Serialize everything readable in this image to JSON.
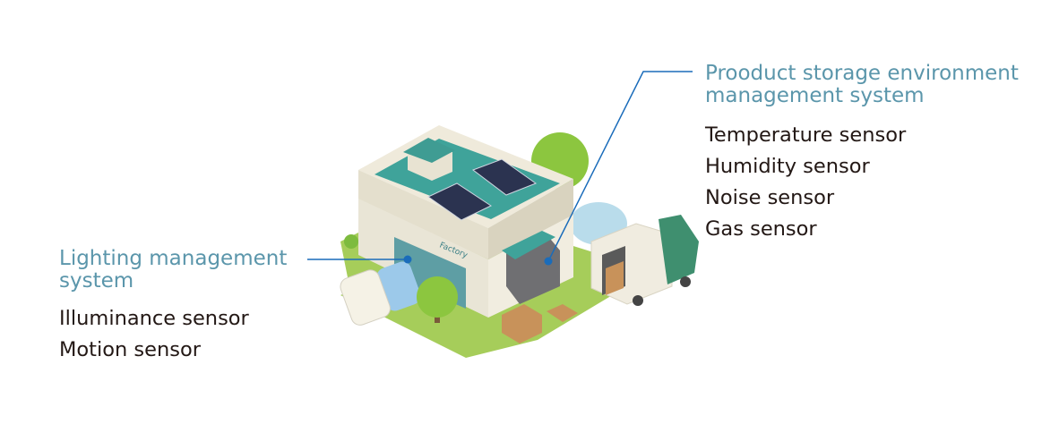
{
  "left_group": {
    "title_line1": "Lighting management",
    "title_line2": "system",
    "sensors": [
      "Illuminance sensor",
      "Motion sensor"
    ]
  },
  "right_group": {
    "title_line1": "Prooduct storage environment",
    "title_line2": "management system",
    "sensors": [
      "Temperature sensor",
      "Humidity sensor",
      "Noise sensor",
      "Gas sensor"
    ]
  },
  "illustration": {
    "sign_text": "Factory"
  },
  "colors": {
    "title": "#5b96ab",
    "leader_line": "#1a6cba",
    "text": "#231815"
  }
}
